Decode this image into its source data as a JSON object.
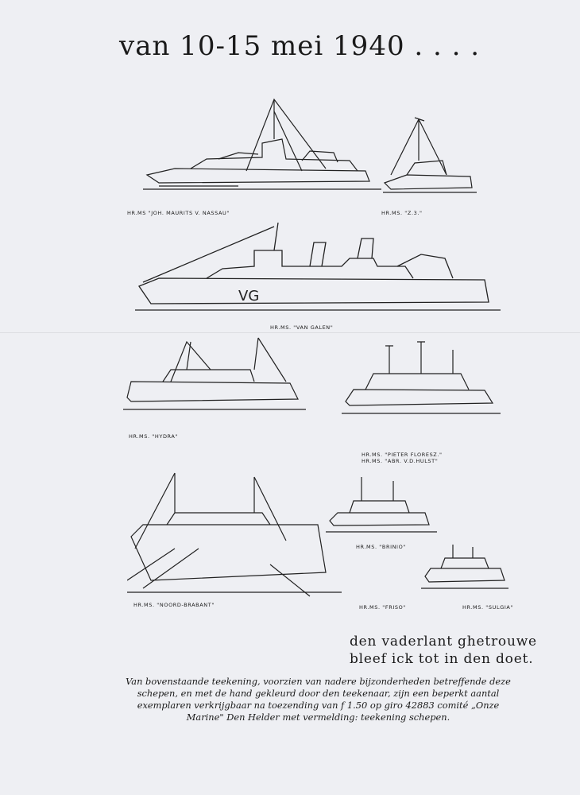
{
  "title": "van 10-15 mei 1940 . . . .",
  "captions": [
    "HR.MS \"JOH. MAURITS V. NASSAU\"",
    "HR.MS. \"Z.3.\"",
    "HR.MS. \"VAN GALEN\"",
    "HR.MS. \"HYDRA\"",
    "HR.MS. \"PIETER FLORESZ.\"",
    "HR.MS. \"ABR. V.D.HULST\"",
    "HR.MS. \"BRINIO\"",
    "HR.MS. \"NOORD-BRABANT\"",
    "HR.MS. \"FRISO\"",
    "HR.MS. \"SULGIA\""
  ],
  "motto": [
    "den vaderlant ghetrouwe",
    "bleef ick tot in den doet."
  ],
  "footer": "Van bovenstaande teekening, voorzien van nadere bijzonderheden betreffende deze schepen, en met de hand gekleurd door den teekenaar, zijn een beperkt aantal exemplaren verkrijgbaar na toezending van f 1.50 op giro 42883 comité „Onze Marine\" Den Helder met vermelding: teekening schepen."
}
